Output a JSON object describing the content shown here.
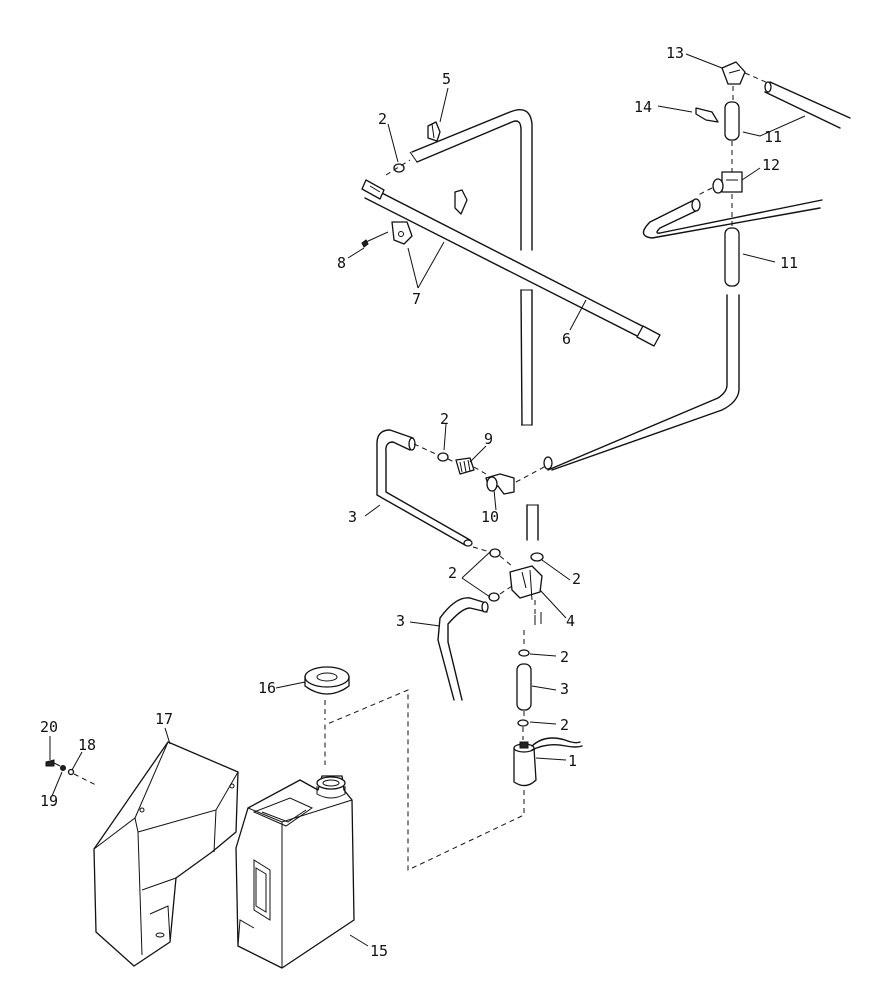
{
  "callouts": {
    "c1": "1",
    "c2a": "2",
    "c2b": "2",
    "c2c": "2",
    "c2d": "2",
    "c2e": "2",
    "c2f": "2",
    "c3a": "3",
    "c3b": "3",
    "c3c": "3",
    "c4": "4",
    "c5": "5",
    "c6": "6",
    "c7": "7",
    "c8": "8",
    "c9": "9",
    "c10": "10",
    "c11a": "11",
    "c11b": "11",
    "c12": "12",
    "c13": "13",
    "c14": "14",
    "c15": "15",
    "c16": "16",
    "c17": "17",
    "c18": "18",
    "c19": "19",
    "c20": "20"
  }
}
